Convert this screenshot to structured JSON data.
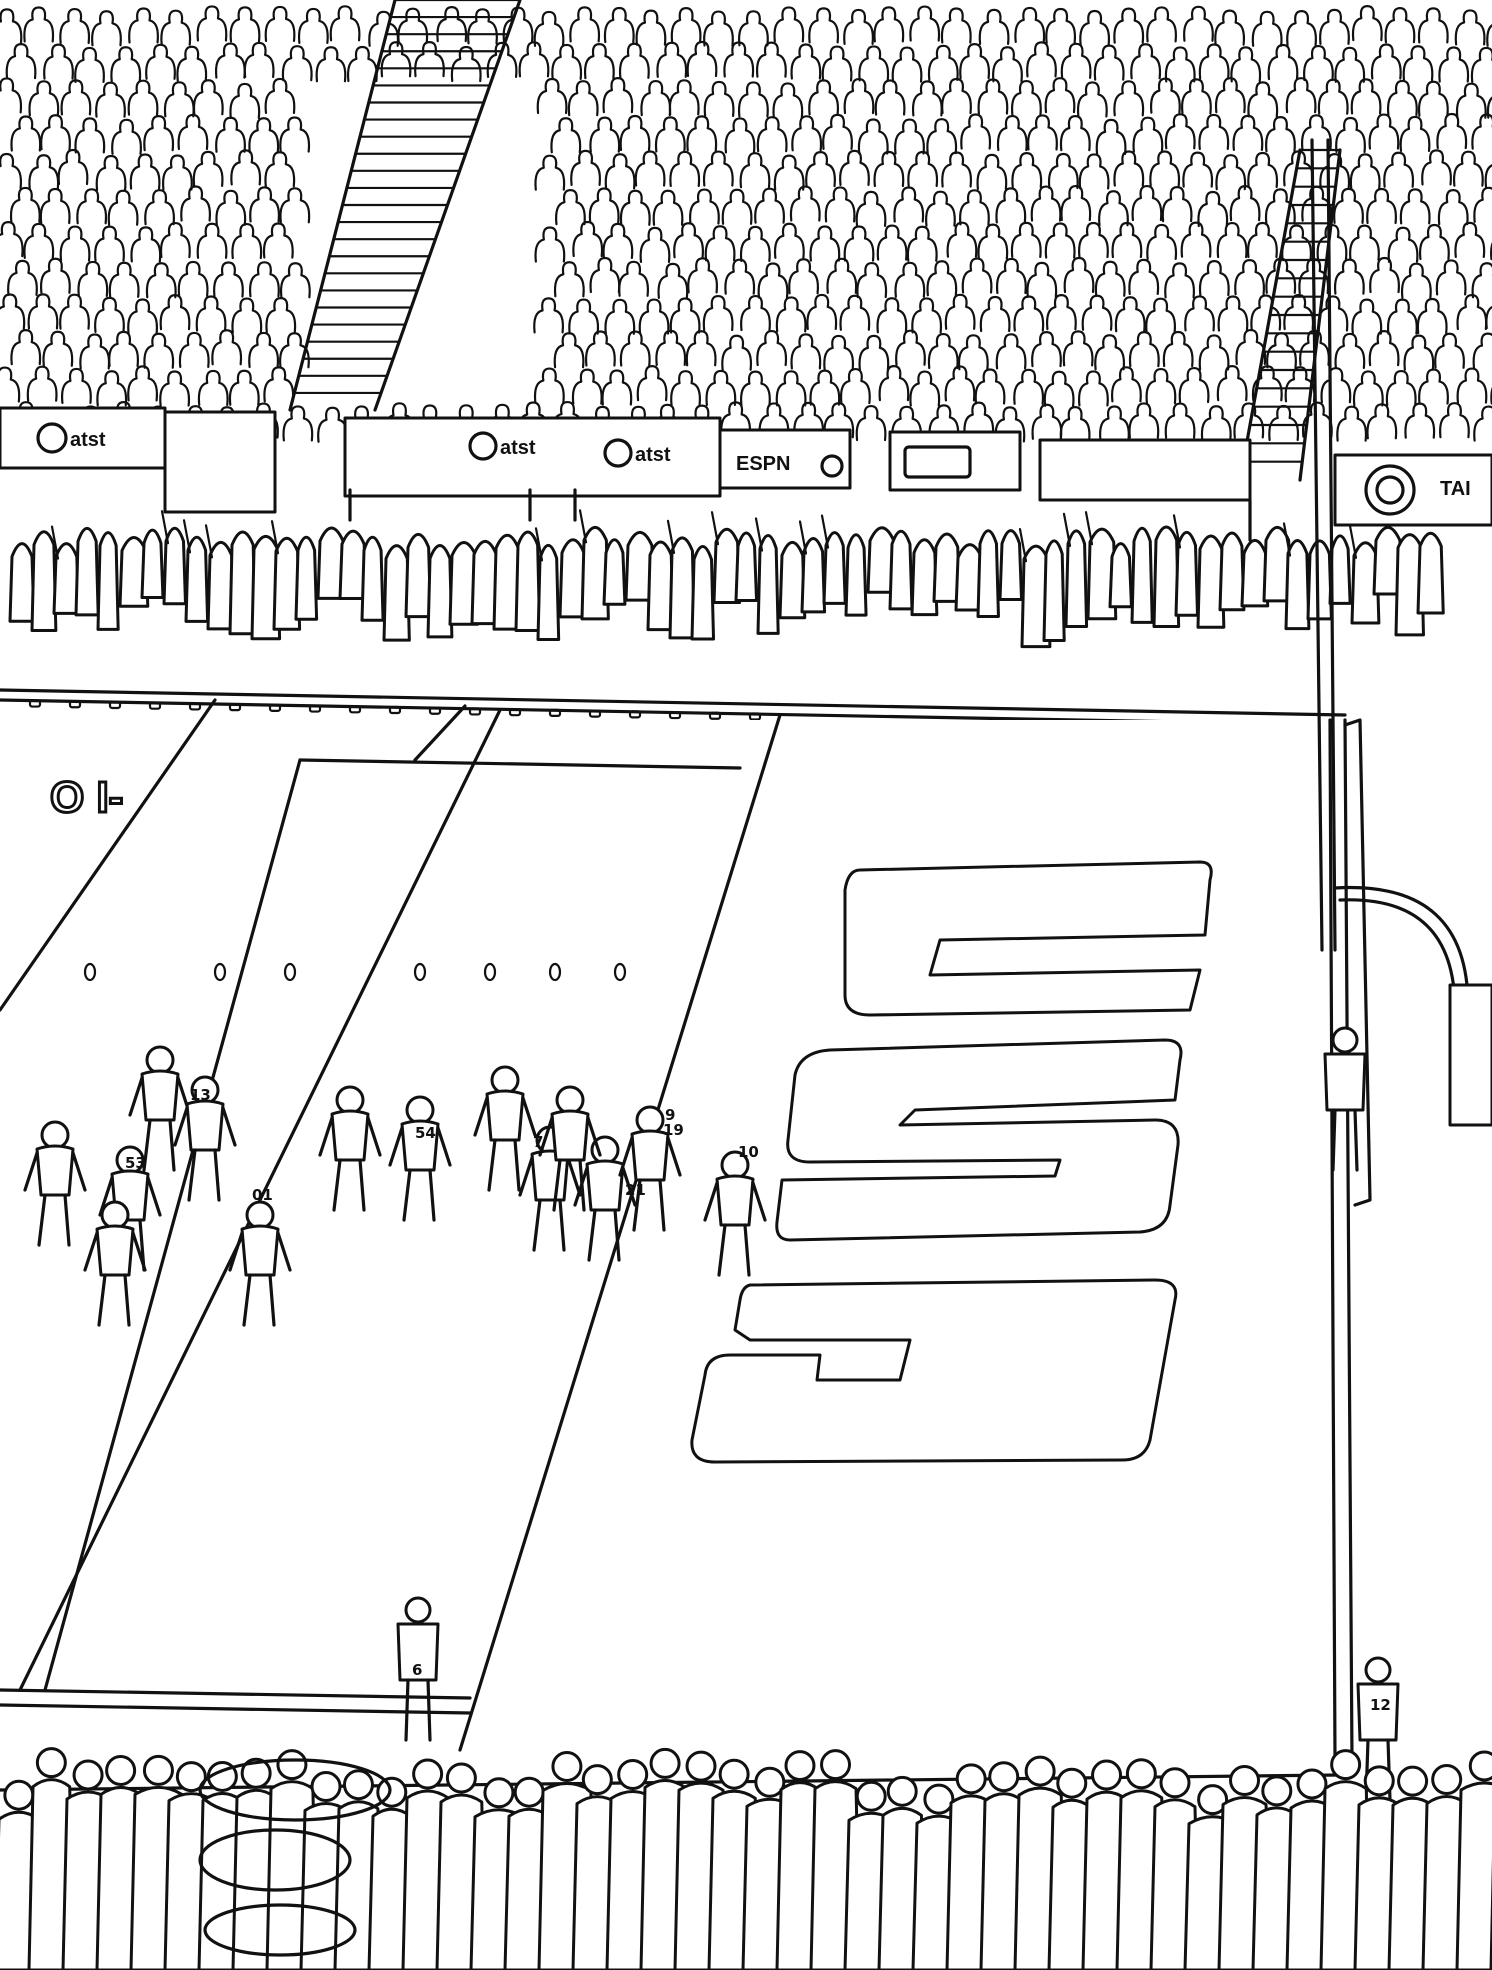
{
  "scene": {
    "signs": [
      {
        "id": "sign-1",
        "text": "atst"
      },
      {
        "id": "sign-2",
        "text": "atst"
      },
      {
        "id": "sign-3",
        "text": "atst"
      },
      {
        "id": "sign-4",
        "text": "ESPN"
      },
      {
        "id": "sign-5",
        "text": "TAI"
      }
    ],
    "field_marking": "O I-",
    "logo_letters": [
      "G",
      "S",
      "U"
    ],
    "jerseys": [
      "13",
      "53",
      "54",
      "7",
      "21",
      "01",
      "9",
      "19",
      "10",
      "6",
      "12"
    ]
  }
}
